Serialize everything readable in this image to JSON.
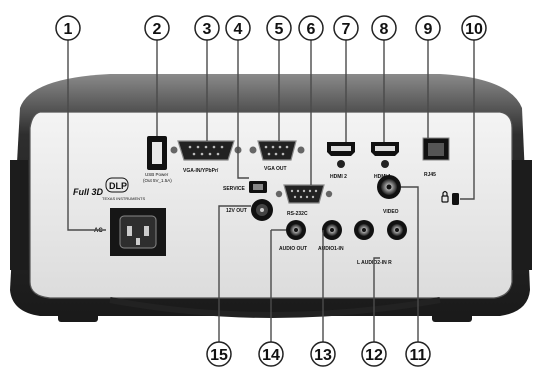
{
  "callouts": [
    {
      "number": "1",
      "name": "AC power socket"
    },
    {
      "number": "2",
      "name": "USB power port"
    },
    {
      "number": "3",
      "name": "VGA-In / YPbPr port"
    },
    {
      "number": "4",
      "name": "Service port"
    },
    {
      "number": "5",
      "name": "VGA Out port"
    },
    {
      "number": "6",
      "name": "RS-232C port"
    },
    {
      "number": "7",
      "name": "HDMI 2 port"
    },
    {
      "number": "8",
      "name": "HDMI 1 port"
    },
    {
      "number": "9",
      "name": "RJ45 port"
    },
    {
      "number": "10",
      "name": "Kensington lock slot"
    },
    {
      "number": "11",
      "name": "Video port"
    },
    {
      "number": "12",
      "name": "Audio2-In L/R ports"
    },
    {
      "number": "13",
      "name": "Audio1-In port"
    },
    {
      "number": "14",
      "name": "Audio Out port"
    },
    {
      "number": "15",
      "name": "12V Out jack"
    }
  ],
  "labels": {
    "ac": "AC",
    "usb_power_line1": "USB Power",
    "usb_power_line2": "(Out 5V_1.5A)",
    "vga_in": "VGA-IN/YPbPr/",
    "vga_out": "VGA OUT",
    "service": "SERVICE",
    "hdmi2": "HDMI 2",
    "hdmi1": "HDMI 1",
    "rj45": "RJ45",
    "rs232c": "RS-232C",
    "video": "VIDEO",
    "twelve_v_out": "12V OUT",
    "audio_out": "AUDIO OUT",
    "audio1_in": "AUDIO1-IN",
    "audio2_in": "L  AUDIO2-IN  R",
    "full3d": "Full 3D",
    "dlp": "DLP",
    "dlp_sub": "TEXAS INSTRUMENTS"
  }
}
